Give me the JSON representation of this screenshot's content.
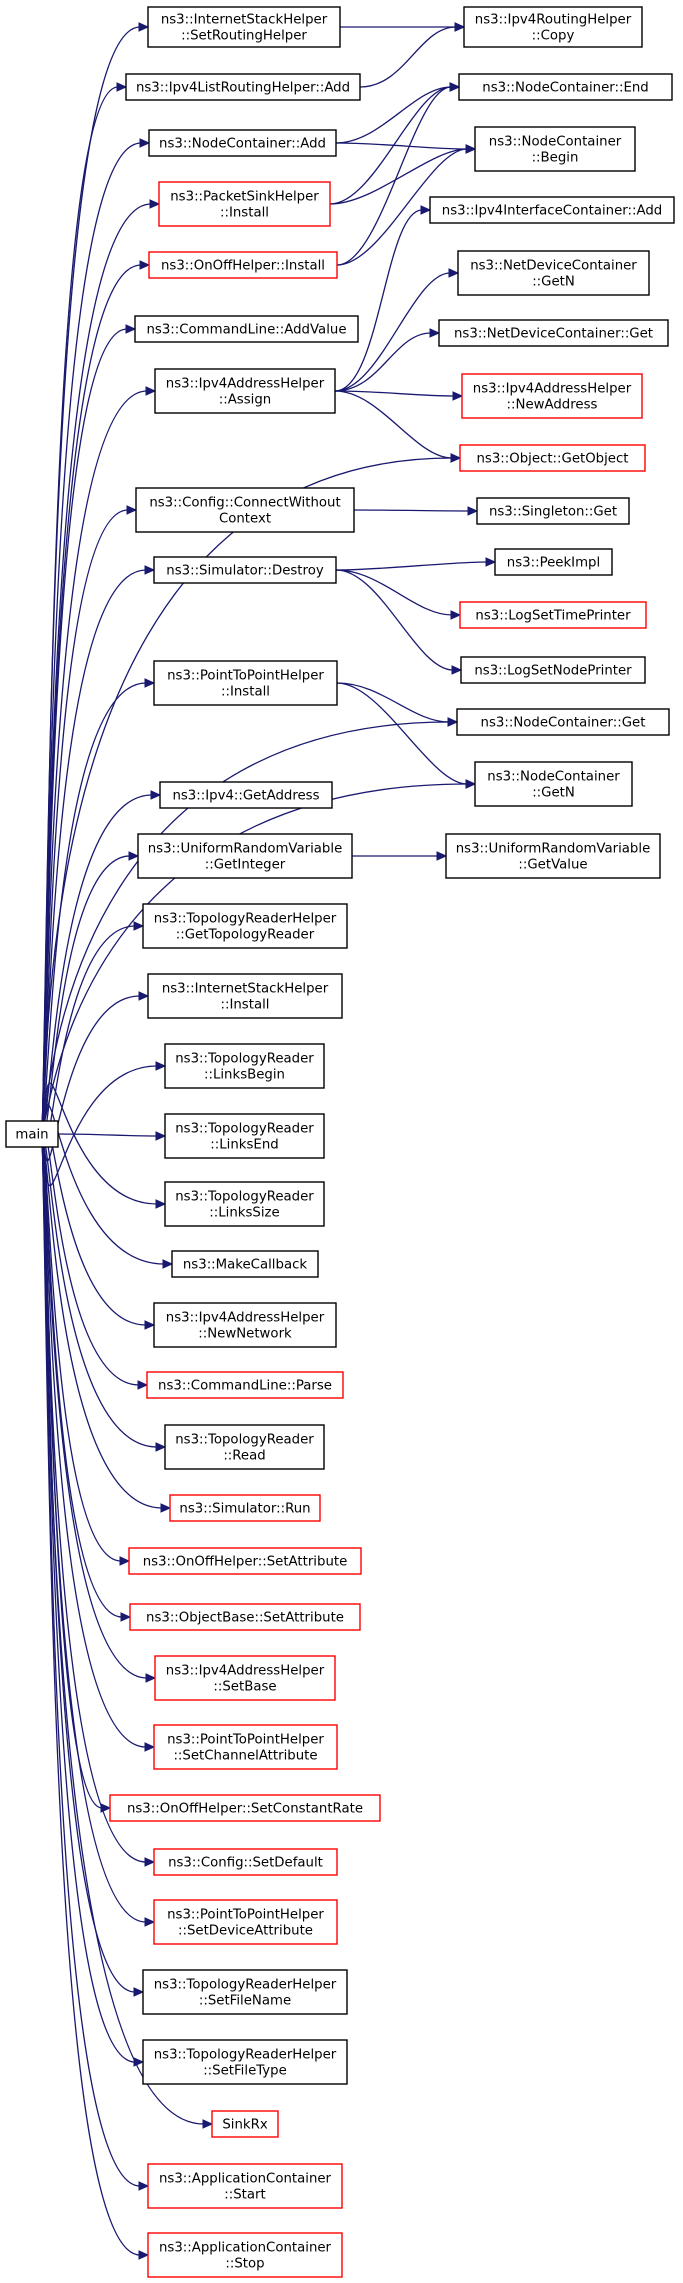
{
  "diagram": {
    "type": "call-graph",
    "edge_color": "#191970",
    "nodes": [
      {
        "id": "main",
        "lines": [
          "main"
        ],
        "style": "root"
      },
      {
        "id": "ish_srh",
        "lines": [
          "ns3::InternetStackHelper",
          "::SetRoutingHelper"
        ],
        "style": "black"
      },
      {
        "id": "irh_copy",
        "lines": [
          "ns3::Ipv4RoutingHelper",
          "::Copy"
        ],
        "style": "black"
      },
      {
        "id": "ilrh_add",
        "lines": [
          "ns3::Ipv4ListRoutingHelper::Add"
        ],
        "style": "black"
      },
      {
        "id": "nc_end",
        "lines": [
          "ns3::NodeContainer::End"
        ],
        "style": "black"
      },
      {
        "id": "nc_add",
        "lines": [
          "ns3::NodeContainer::Add"
        ],
        "style": "black"
      },
      {
        "id": "nc_begin",
        "lines": [
          "ns3::NodeContainer",
          "::Begin"
        ],
        "style": "black"
      },
      {
        "id": "psh_install",
        "lines": [
          "ns3::PacketSinkHelper",
          "::Install"
        ],
        "style": "red"
      },
      {
        "id": "iic_add",
        "lines": [
          "ns3::Ipv4InterfaceContainer::Add"
        ],
        "style": "black"
      },
      {
        "id": "ooh_install",
        "lines": [
          "ns3::OnOffHelper::Install"
        ],
        "style": "red"
      },
      {
        "id": "ndc_getn",
        "lines": [
          "ns3::NetDeviceContainer",
          "::GetN"
        ],
        "style": "black"
      },
      {
        "id": "cl_addvalue",
        "lines": [
          "ns3::CommandLine::AddValue"
        ],
        "style": "black"
      },
      {
        "id": "ndc_get",
        "lines": [
          "ns3::NetDeviceContainer::Get"
        ],
        "style": "black"
      },
      {
        "id": "iah_assign",
        "lines": [
          "ns3::Ipv4AddressHelper",
          "::Assign"
        ],
        "style": "black"
      },
      {
        "id": "iah_newaddr",
        "lines": [
          "ns3::Ipv4AddressHelper",
          "::NewAddress"
        ],
        "style": "red"
      },
      {
        "id": "obj_getobject",
        "lines": [
          "ns3::Object::GetObject"
        ],
        "style": "red-filled"
      },
      {
        "id": "cfg_connect",
        "lines": [
          "ns3::Config::ConnectWithout",
          "Context"
        ],
        "style": "black"
      },
      {
        "id": "singleton_get",
        "lines": [
          "ns3::Singleton::Get"
        ],
        "style": "black"
      },
      {
        "id": "sim_destroy",
        "lines": [
          "ns3::Simulator::Destroy"
        ],
        "style": "black"
      },
      {
        "id": "peekimpl",
        "lines": [
          "ns3::PeekImpl"
        ],
        "style": "black"
      },
      {
        "id": "logsettime",
        "lines": [
          "ns3::LogSetTimePrinter"
        ],
        "style": "red"
      },
      {
        "id": "logsetnode",
        "lines": [
          "ns3::LogSetNodePrinter"
        ],
        "style": "black"
      },
      {
        "id": "p2p_install",
        "lines": [
          "ns3::PointToPointHelper",
          "::Install"
        ],
        "style": "black"
      },
      {
        "id": "nc_get",
        "lines": [
          "ns3::NodeContainer::Get"
        ],
        "style": "black"
      },
      {
        "id": "nc_getn",
        "lines": [
          "ns3::NodeContainer",
          "::GetN"
        ],
        "style": "black"
      },
      {
        "id": "ipv4_getaddr",
        "lines": [
          "ns3::Ipv4::GetAddress"
        ],
        "style": "black"
      },
      {
        "id": "urv_getint",
        "lines": [
          "ns3::UniformRandomVariable",
          "::GetInteger"
        ],
        "style": "black"
      },
      {
        "id": "urv_getval",
        "lines": [
          "ns3::UniformRandomVariable",
          "::GetValue"
        ],
        "style": "black"
      },
      {
        "id": "trh_gettr",
        "lines": [
          "ns3::TopologyReaderHelper",
          "::GetTopologyReader"
        ],
        "style": "black"
      },
      {
        "id": "ish_install",
        "lines": [
          "ns3::InternetStackHelper",
          "::Install"
        ],
        "style": "black"
      },
      {
        "id": "tr_linksbegin",
        "lines": [
          "ns3::TopologyReader",
          "::LinksBegin"
        ],
        "style": "black"
      },
      {
        "id": "tr_linksend",
        "lines": [
          "ns3::TopologyReader",
          "::LinksEnd"
        ],
        "style": "black"
      },
      {
        "id": "tr_linkssize",
        "lines": [
          "ns3::TopologyReader",
          "::LinksSize"
        ],
        "style": "black"
      },
      {
        "id": "makecallback",
        "lines": [
          "ns3::MakeCallback"
        ],
        "style": "black"
      },
      {
        "id": "iah_newnet",
        "lines": [
          "ns3::Ipv4AddressHelper",
          "::NewNetwork"
        ],
        "style": "black"
      },
      {
        "id": "cl_parse",
        "lines": [
          "ns3::CommandLine::Parse"
        ],
        "style": "red"
      },
      {
        "id": "tr_read",
        "lines": [
          "ns3::TopologyReader",
          "::Read"
        ],
        "style": "black"
      },
      {
        "id": "sim_run",
        "lines": [
          "ns3::Simulator::Run"
        ],
        "style": "red"
      },
      {
        "id": "ooh_setattr",
        "lines": [
          "ns3::OnOffHelper::SetAttribute"
        ],
        "style": "red"
      },
      {
        "id": "ob_setattr",
        "lines": [
          "ns3::ObjectBase::SetAttribute"
        ],
        "style": "red"
      },
      {
        "id": "iah_setbase",
        "lines": [
          "ns3::Ipv4AddressHelper",
          "::SetBase"
        ],
        "style": "red"
      },
      {
        "id": "p2p_setchan",
        "lines": [
          "ns3::PointToPointHelper",
          "::SetChannelAttribute"
        ],
        "style": "red"
      },
      {
        "id": "ooh_setrate",
        "lines": [
          "ns3::OnOffHelper::SetConstantRate"
        ],
        "style": "red"
      },
      {
        "id": "cfg_setdefault",
        "lines": [
          "ns3::Config::SetDefault"
        ],
        "style": "red"
      },
      {
        "id": "p2p_setdev",
        "lines": [
          "ns3::PointToPointHelper",
          "::SetDeviceAttribute"
        ],
        "style": "red"
      },
      {
        "id": "trh_setfilename",
        "lines": [
          "ns3::TopologyReaderHelper",
          "::SetFileName"
        ],
        "style": "black"
      },
      {
        "id": "trh_setfiletype",
        "lines": [
          "ns3::TopologyReaderHelper",
          "::SetFileType"
        ],
        "style": "black"
      },
      {
        "id": "sinkrx",
        "lines": [
          "SinkRx"
        ],
        "style": "red"
      },
      {
        "id": "ac_start",
        "lines": [
          "ns3::ApplicationContainer",
          "::Start"
        ],
        "style": "red"
      },
      {
        "id": "ac_stop",
        "lines": [
          "ns3::ApplicationContainer",
          "::Stop"
        ],
        "style": "red"
      }
    ],
    "edges": [
      [
        "main",
        "ish_srh"
      ],
      [
        "main",
        "ilrh_add"
      ],
      [
        "main",
        "nc_add"
      ],
      [
        "main",
        "psh_install"
      ],
      [
        "main",
        "ooh_install"
      ],
      [
        "main",
        "cl_addvalue"
      ],
      [
        "main",
        "iah_assign"
      ],
      [
        "main",
        "obj_getobject"
      ],
      [
        "main",
        "cfg_connect"
      ],
      [
        "main",
        "sim_destroy"
      ],
      [
        "main",
        "nc_get"
      ],
      [
        "main",
        "p2p_install"
      ],
      [
        "main",
        "nc_getn"
      ],
      [
        "main",
        "ipv4_getaddr"
      ],
      [
        "main",
        "urv_getint"
      ],
      [
        "main",
        "trh_gettr"
      ],
      [
        "main",
        "ish_install"
      ],
      [
        "main",
        "tr_linksbegin"
      ],
      [
        "main",
        "tr_linksend"
      ],
      [
        "main",
        "tr_linkssize"
      ],
      [
        "main",
        "makecallback"
      ],
      [
        "main",
        "iah_newnet"
      ],
      [
        "main",
        "cl_parse"
      ],
      [
        "main",
        "tr_read"
      ],
      [
        "main",
        "sim_run"
      ],
      [
        "main",
        "ooh_setattr"
      ],
      [
        "main",
        "ob_setattr"
      ],
      [
        "main",
        "iah_setbase"
      ],
      [
        "main",
        "p2p_setchan"
      ],
      [
        "main",
        "ooh_setrate"
      ],
      [
        "main",
        "cfg_setdefault"
      ],
      [
        "main",
        "p2p_setdev"
      ],
      [
        "main",
        "trh_setfilename"
      ],
      [
        "main",
        "trh_setfiletype"
      ],
      [
        "main",
        "sinkrx"
      ],
      [
        "main",
        "ac_start"
      ],
      [
        "main",
        "ac_stop"
      ],
      [
        "ish_srh",
        "irh_copy"
      ],
      [
        "ilrh_add",
        "irh_copy"
      ],
      [
        "nc_add",
        "nc_end"
      ],
      [
        "nc_add",
        "nc_begin"
      ],
      [
        "psh_install",
        "nc_end"
      ],
      [
        "psh_install",
        "nc_begin"
      ],
      [
        "ooh_install",
        "nc_end"
      ],
      [
        "ooh_install",
        "nc_begin"
      ],
      [
        "iah_assign",
        "iic_add"
      ],
      [
        "iah_assign",
        "ndc_getn"
      ],
      [
        "iah_assign",
        "ndc_get"
      ],
      [
        "iah_assign",
        "iah_newaddr"
      ],
      [
        "iah_assign",
        "obj_getobject"
      ],
      [
        "cfg_connect",
        "singleton_get"
      ],
      [
        "sim_destroy",
        "peekimpl"
      ],
      [
        "sim_destroy",
        "logsettime"
      ],
      [
        "sim_destroy",
        "logsetnode"
      ],
      [
        "p2p_install",
        "nc_get"
      ],
      [
        "p2p_install",
        "nc_getn"
      ],
      [
        "urv_getint",
        "urv_getval"
      ]
    ]
  }
}
